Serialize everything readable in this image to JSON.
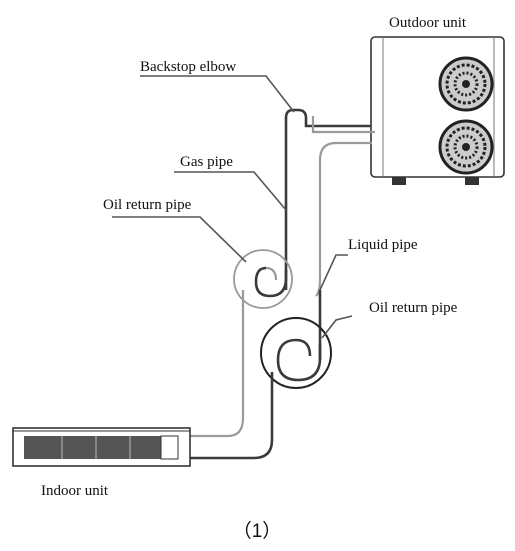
{
  "labels": {
    "outdoor_unit": "Outdoor unit",
    "backstop_elbow": "Backstop elbow",
    "gas_pipe": "Gas  pipe",
    "oil_return_pipe_top": "Oil return pipe",
    "liquid_pipe": "Liquid  pipe",
    "oil_return_pipe_bottom": "Oil return pipe",
    "indoor_unit": "Indoor unit"
  },
  "caption": "（1）"
}
